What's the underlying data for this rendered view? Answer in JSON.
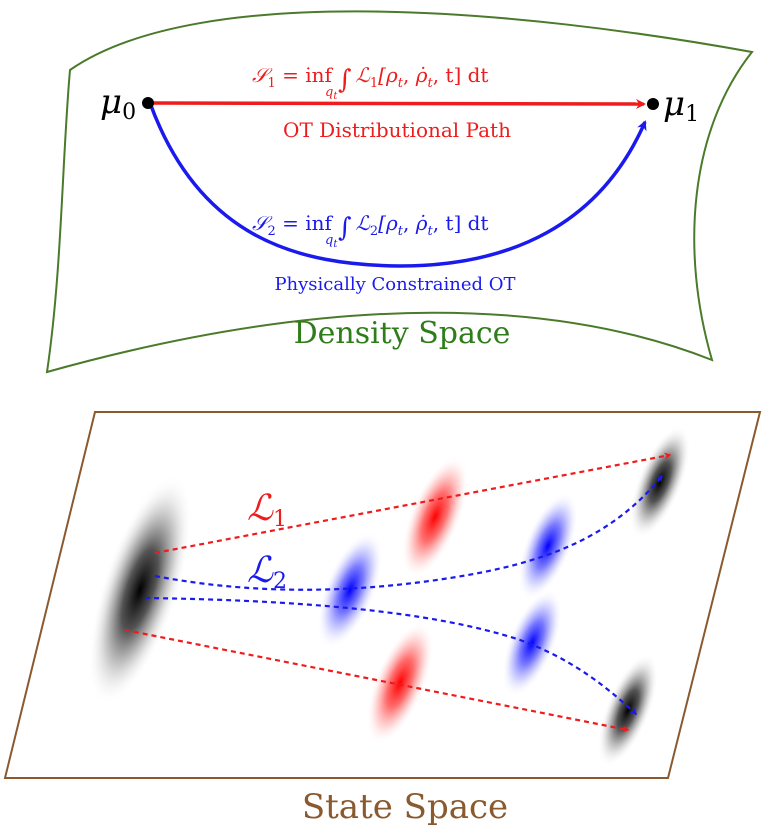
{
  "density_panel": {
    "label": "Density Space",
    "label_color": "#2e7d1a",
    "border_color": "#4a7a2a"
  },
  "point_start": {
    "symbol": "μ",
    "sub": "0"
  },
  "point_end": {
    "symbol": "μ",
    "sub": "1"
  },
  "path_ot": {
    "name": "OT Distributional Path",
    "color": "#ee1c1c",
    "formula": {
      "lhs": "𝒮",
      "lhs_sub": "1",
      "eq": " = ",
      "inf": "inf",
      "inf_sub": "q",
      "inf_sub_sub": "t",
      "integral": "∫",
      "lag": "ℒ",
      "lag_sub": "1",
      "args": "[ρ",
      "args_sub1": "t",
      "args_mid": ", ",
      "args_dot": "ρ̇",
      "args_sub2": "t",
      "args_end": ", t] dt"
    }
  },
  "path_constrained": {
    "name": "Physically Constrained OT",
    "color": "#1a1aee",
    "formula": {
      "lhs": "𝒮",
      "lhs_sub": "2",
      "eq": " = ",
      "inf": "inf",
      "inf_sub": "q",
      "inf_sub_sub": "t",
      "integral": "∫",
      "lag": "ℒ",
      "lag_sub": "2",
      "args": "[ρ",
      "args_sub1": "t",
      "args_mid": ", ",
      "args_dot": "ρ̇",
      "args_sub2": "t",
      "args_end": ", t] dt"
    }
  },
  "state_panel": {
    "label": "State Space",
    "label_color": "#8a5a2e",
    "border_color": "#8a5a2e"
  },
  "state_labels": {
    "l1": {
      "symbol": "ℒ",
      "sub": "1",
      "color": "#ee1c1c"
    },
    "l2": {
      "symbol": "ℒ",
      "sub": "2",
      "color": "#1a1aee"
    }
  }
}
